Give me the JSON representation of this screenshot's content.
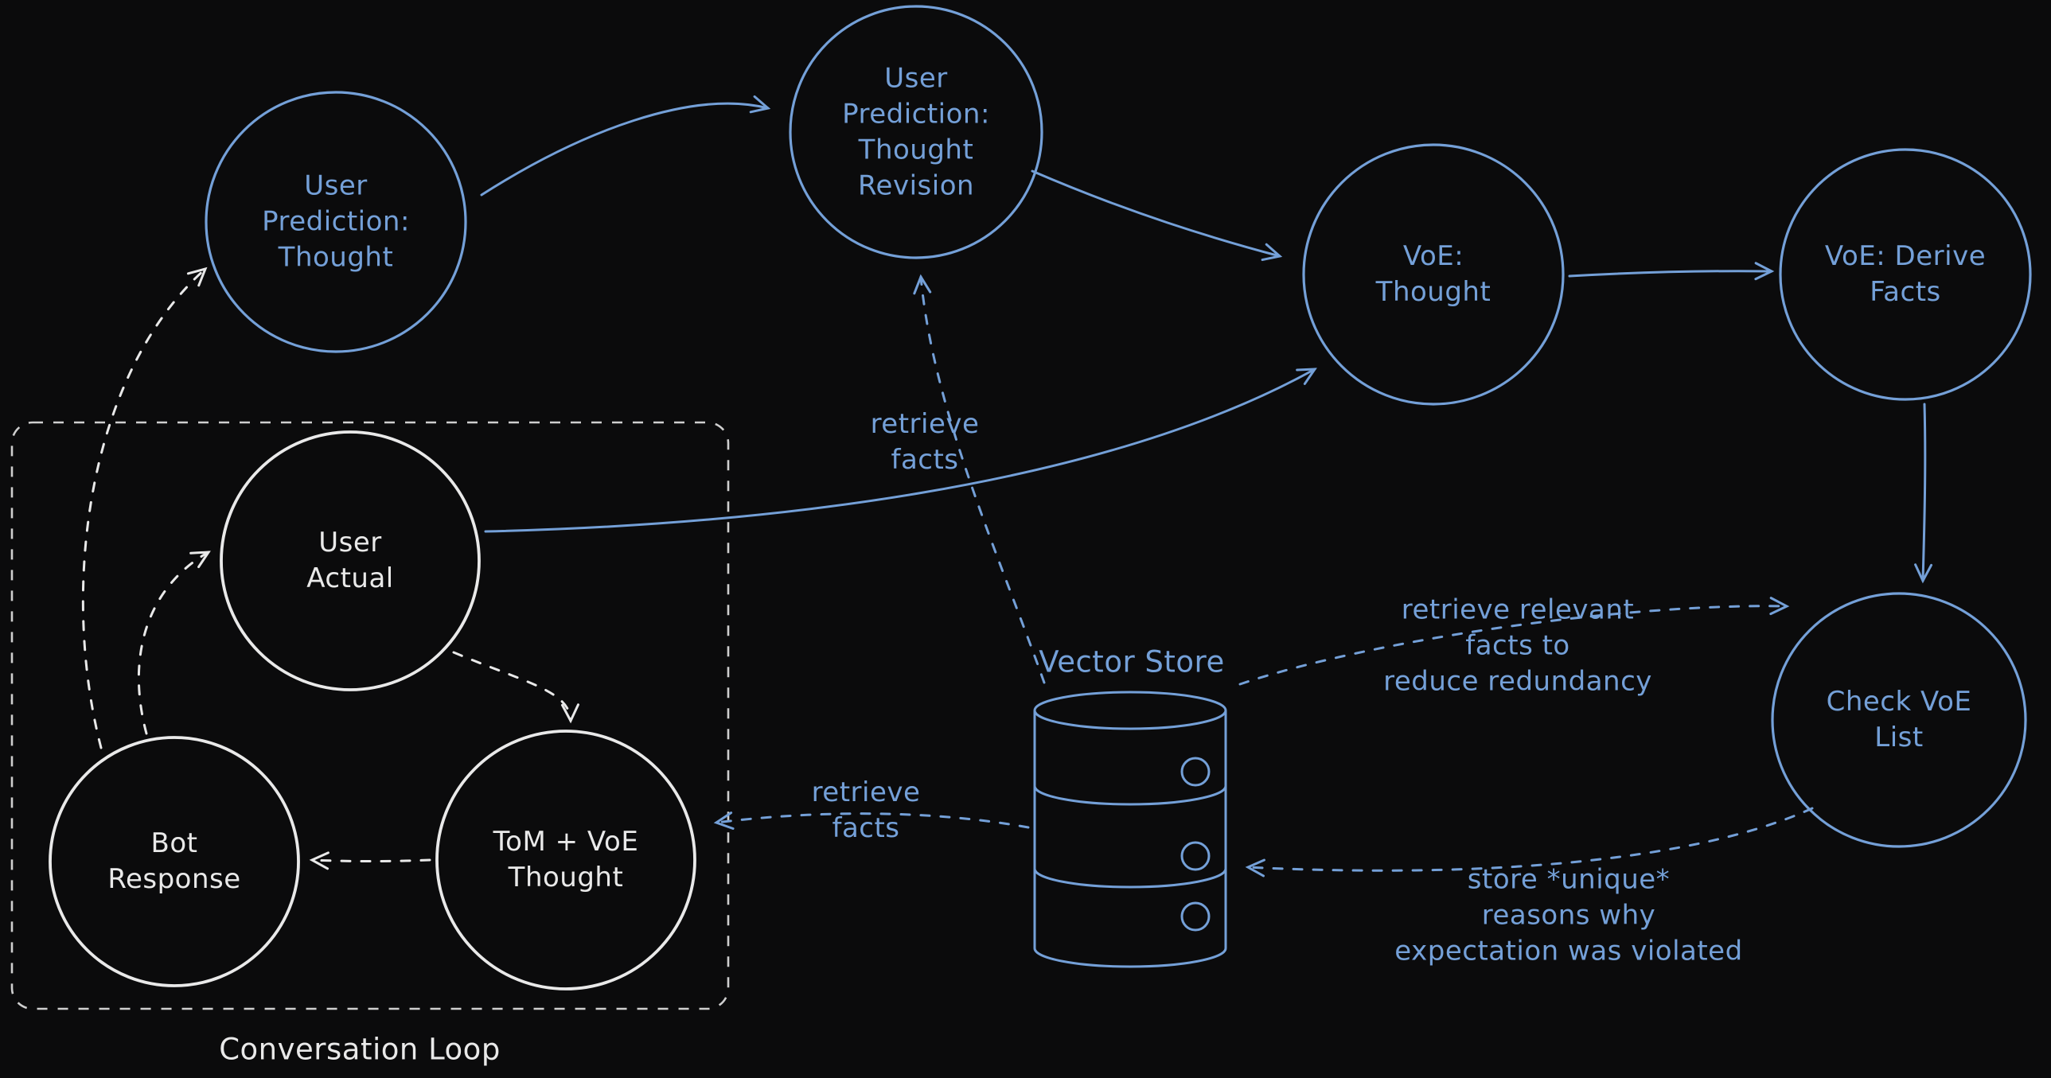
{
  "diagram": {
    "colors": {
      "background": "#0b0b0c",
      "blue": "#74a0d8",
      "white": "#e9e9e9",
      "box": "#cfcfcf"
    },
    "nodes": {
      "user_prediction_thought": {
        "lines": [
          "User",
          "Prediction:",
          "Thought"
        ]
      },
      "user_prediction_thought_revision": {
        "lines": [
          "User",
          "Prediction:",
          "Thought",
          "Revision"
        ]
      },
      "voe_thought": {
        "lines": [
          "VoE:",
          "Thought"
        ]
      },
      "voe_derive_facts": {
        "lines": [
          "VoE: Derive",
          "Facts"
        ]
      },
      "check_voe_list": {
        "lines": [
          "Check VoE",
          "List"
        ]
      },
      "user_actual": {
        "lines": [
          "User",
          "Actual"
        ]
      },
      "bot_response": {
        "lines": [
          "Bot",
          "Response"
        ]
      },
      "tom_voe_thought": {
        "lines": [
          "ToM + VoE",
          "Thought"
        ]
      }
    },
    "labels": {
      "vector_store": "Vector Store",
      "conversation_loop": "Conversation Loop"
    },
    "annotations": {
      "retrieve_facts_top": {
        "lines": [
          "retrieve",
          "facts"
        ]
      },
      "retrieve_facts_left": {
        "lines": [
          "retrieve",
          "facts"
        ]
      },
      "retrieve_relevant_facts": {
        "lines": [
          "retrieve relevant",
          "facts to",
          "reduce redundancy"
        ]
      },
      "store_unique_reasons": {
        "lines": [
          "store *unique*",
          "reasons why",
          "expectation was violated"
        ]
      }
    }
  }
}
